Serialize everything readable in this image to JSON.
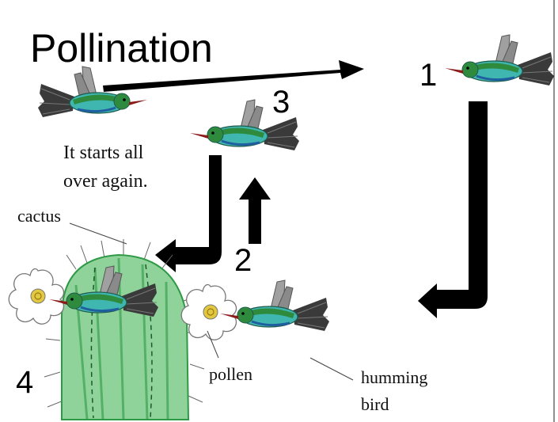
{
  "title": "Pollination",
  "steps": {
    "one": "1",
    "two": "2",
    "three": "3",
    "four": "4"
  },
  "captions": {
    "restart_line1": "It starts all",
    "restart_line2": "over again.",
    "cactus": "cactus",
    "pollen": "pollen",
    "hummingbird_line1": "humming",
    "hummingbird_line2": "bird"
  },
  "colors": {
    "arrow": "#000000",
    "cactus_green": "#2f9a46",
    "cactus_light": "#8fd39a",
    "bird_body": "#3fb7b0",
    "bird_back": "#2e8b3e",
    "bird_tail": "#3a3a3a",
    "bird_gray": "#9a9a9a",
    "bird_beak": "#8b1a1a",
    "flower_outline": "#777777",
    "pollen": "#e2c840"
  },
  "icons": [
    "hummingbird-icon",
    "cactus-icon",
    "flower-icon",
    "arrow-icon"
  ]
}
